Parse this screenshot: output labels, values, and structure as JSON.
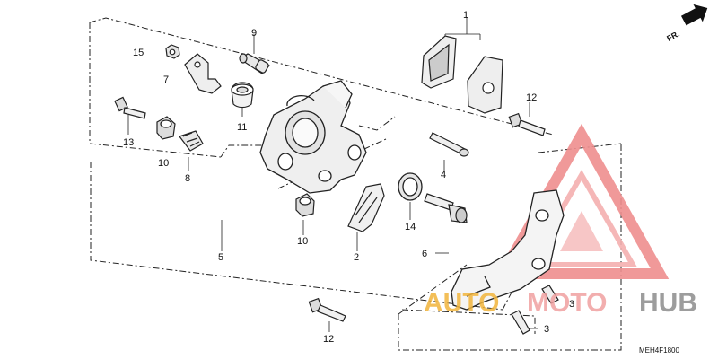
{
  "diagram_code": "MEH4F1800",
  "direction_marker": "FR.",
  "watermark": {
    "text_left": "AUTO",
    "text_mid": "MOTO",
    "text_right": "HUB",
    "color_left": "#f2b53c",
    "color_mid": "#f0a0a0",
    "color_right": "#8c8c8c"
  },
  "callouts": [
    "1",
    "2",
    "3",
    "3",
    "4",
    "5",
    "6",
    "7",
    "8",
    "9",
    "10",
    "10",
    "11",
    "12",
    "12",
    "13",
    "14",
    "15"
  ],
  "parts": [
    {
      "ref": "1"
    },
    {
      "ref": "2"
    },
    {
      "ref": "3"
    },
    {
      "ref": "4"
    },
    {
      "ref": "5"
    },
    {
      "ref": "6"
    },
    {
      "ref": "7"
    },
    {
      "ref": "8"
    },
    {
      "ref": "9"
    },
    {
      "ref": "10"
    },
    {
      "ref": "11"
    },
    {
      "ref": "12"
    },
    {
      "ref": "13"
    },
    {
      "ref": "14"
    },
    {
      "ref": "15"
    }
  ]
}
